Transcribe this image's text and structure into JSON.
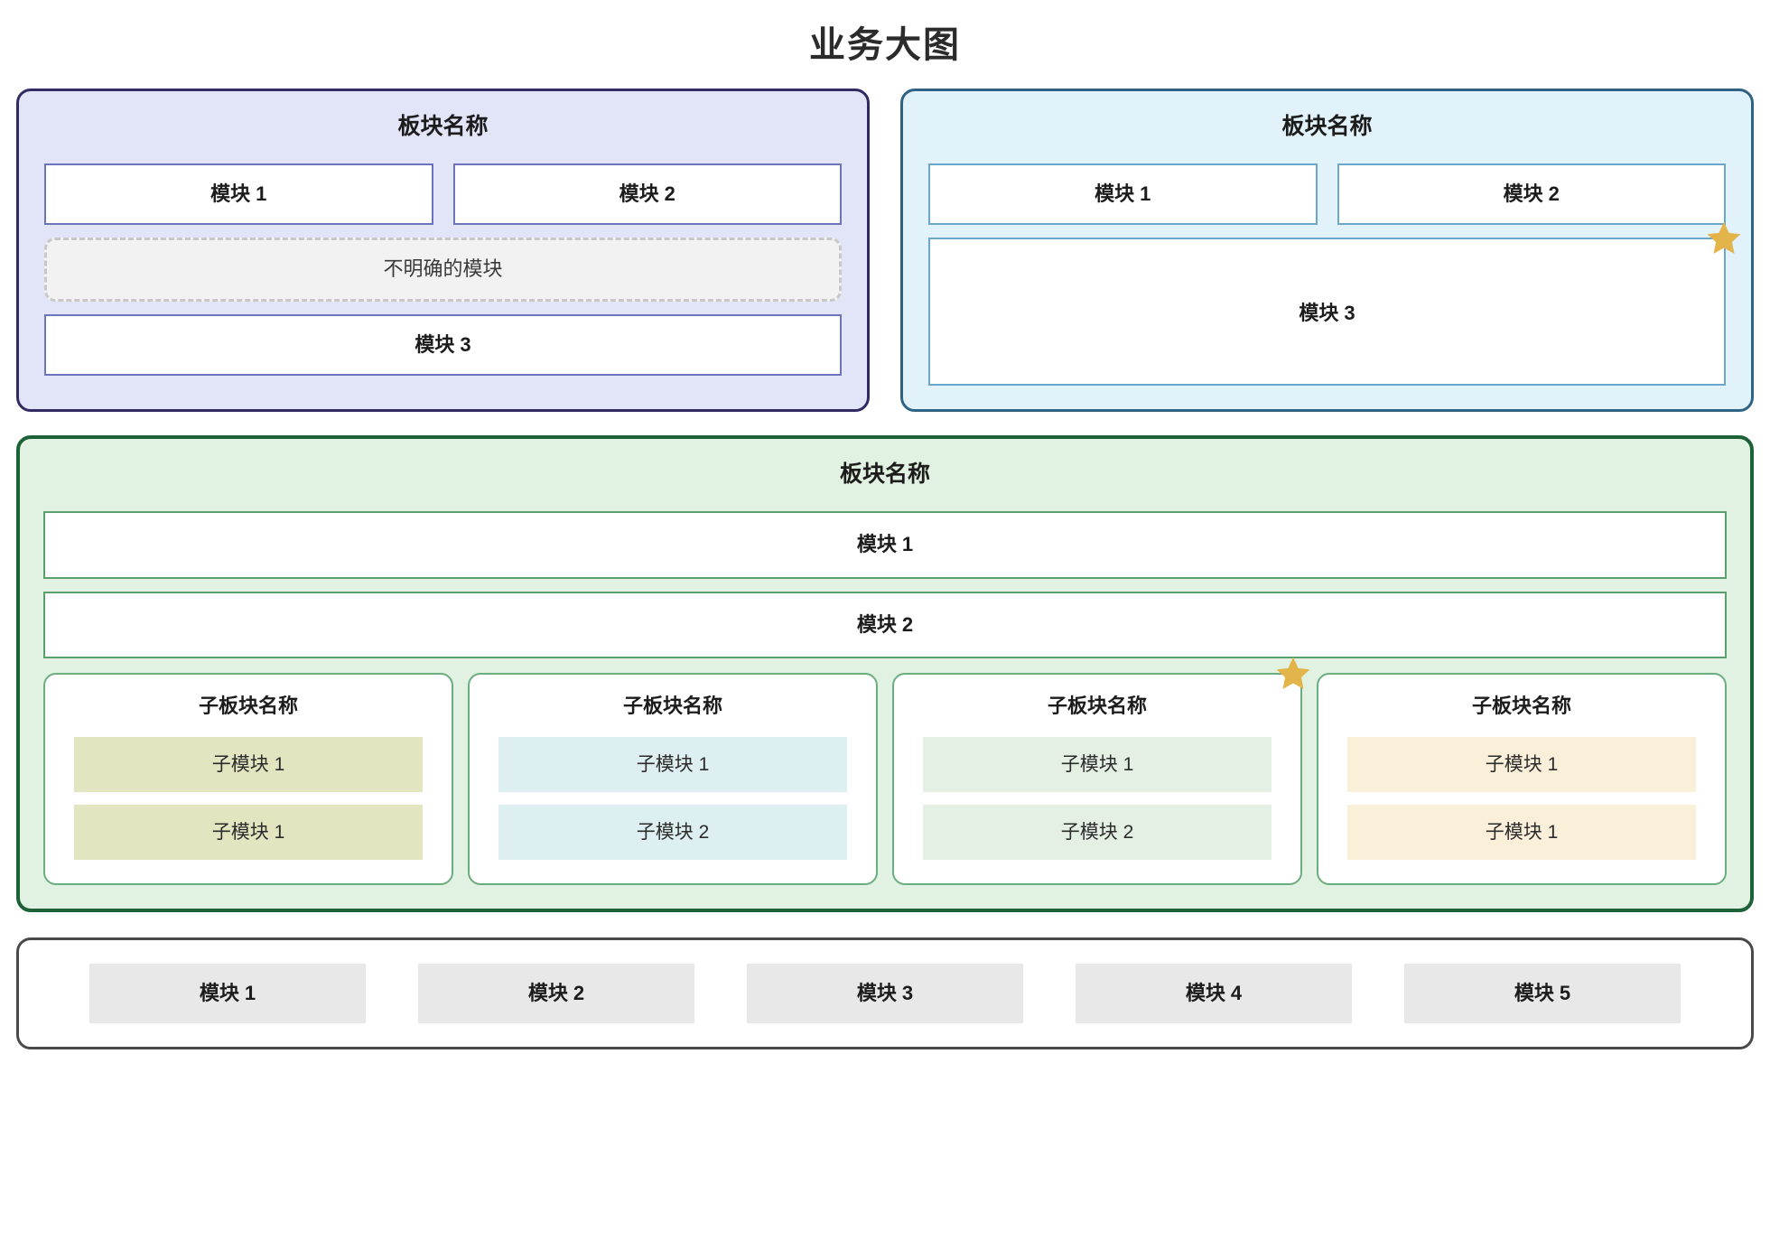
{
  "page": {
    "title": "业务大图"
  },
  "colors": {
    "panel_a_border": "#302b63",
    "panel_a_fill": "#e2e5f8",
    "panel_b_border": "#2e6384",
    "panel_b_fill": "#e1f2fa",
    "panel_c_border": "#1d6137",
    "panel_c_fill": "#e2f2e2",
    "panel_d_border": "#4a4a4a",
    "panel_d_fill": "#ffffff",
    "star": "#e3b44a",
    "submodule_olive": "#e2e5c0",
    "submodule_cyan": "#ddeff0",
    "submodule_green": "#e3f0e3",
    "submodule_cream": "#faf0d9",
    "module_gray": "#e8e8e8"
  },
  "panels": {
    "a": {
      "name": "板块名称",
      "modules_row": [
        "模块 1",
        "模块 2"
      ],
      "unclear_module": "不明确的模块",
      "wide_module": "模块 3"
    },
    "b": {
      "name": "板块名称",
      "modules_row": [
        "模块 1",
        "模块 2"
      ],
      "tall_module": "模块 3",
      "star_icon": "star-icon"
    },
    "c": {
      "name": "板块名称",
      "modules": [
        "模块 1",
        "模块 2"
      ],
      "subpanels": [
        {
          "name": "子板块名称",
          "tone": "olive",
          "items": [
            "子模块 1",
            "子模块 1"
          ]
        },
        {
          "name": "子板块名称",
          "tone": "cyan",
          "items": [
            "子模块 1",
            "子模块 2"
          ]
        },
        {
          "name": "子板块名称",
          "tone": "green",
          "star_icon": "star-icon",
          "items": [
            "子模块 1",
            "子模块 2"
          ]
        },
        {
          "name": "子板块名称",
          "tone": "cream",
          "items": [
            "子模块 1",
            "子模块 1"
          ]
        }
      ]
    },
    "d": {
      "modules": [
        "模块 1",
        "模块 2",
        "模块 3",
        "模块 4",
        "模块 5"
      ]
    }
  }
}
